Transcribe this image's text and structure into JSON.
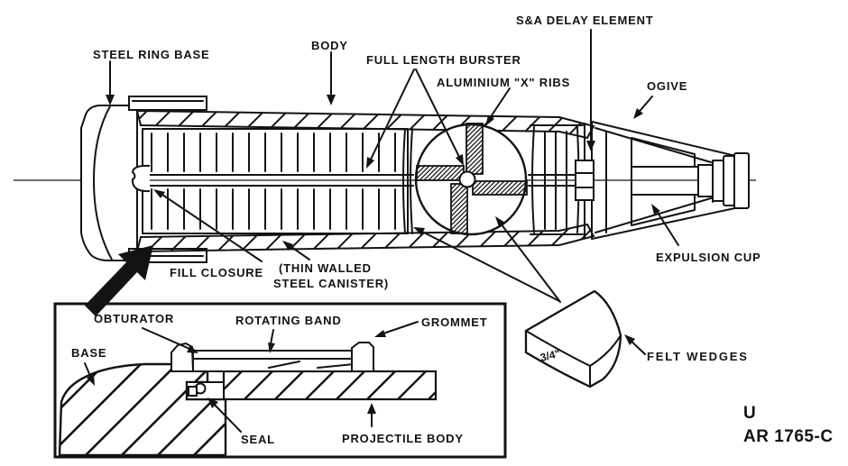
{
  "figure": {
    "background": "#ffffff",
    "ink_color": "#131313",
    "main_view": {
      "labels": {
        "steel_ring_base": "STEEL RING BASE",
        "body": "BODY",
        "full_length_burster": "FULL LENGTH BURSTER",
        "aluminium_x_ribs": "ALUMINIUM \"X\" RIBS",
        "sa_delay_element": "S&A DELAY ELEMENT",
        "ogive": "OGIVE",
        "expulsion_cup": "EXPULSION CUP",
        "fill_closure": "FILL CLOSURE",
        "thin_walled_line1": "(THIN WALLED",
        "thin_walled_line2": "STEEL CANISTER)"
      }
    },
    "detail_view": {
      "labels": {
        "obturator": "OBTURATOR",
        "rotating_band": "ROTATING BAND",
        "grommet": "GROMMET",
        "base": "BASE",
        "seal": "SEAL",
        "projectile_body": "PROJECTILE BODY"
      }
    },
    "felt_wedge": {
      "label": "FELT WEDGES",
      "dimension": "3/4\""
    },
    "footer": {
      "classification_mark": "U",
      "drawing_number": "AR 1765-C"
    }
  }
}
